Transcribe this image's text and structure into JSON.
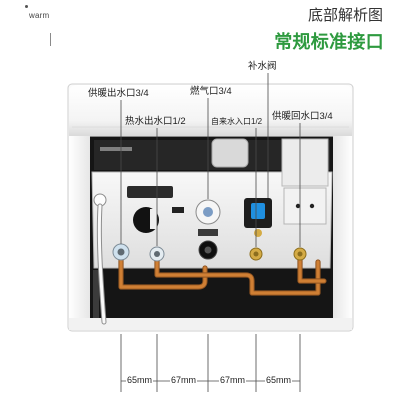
{
  "brand": {
    "name": "warm"
  },
  "header": {
    "title": "底部解析图",
    "subtitle": "常规标准接口"
  },
  "callouts": {
    "heating_outlet": "供暖出水口3/4",
    "hot_water_outlet": "热水出水口1/2",
    "gas_inlet": "燃气口3/4",
    "refill_valve": "补水阀",
    "cold_water_inlet": "自来水入口1/2",
    "heating_return": "供暖回水口3/4"
  },
  "dimensions": [
    "65mm",
    "67mm",
    "67mm",
    "65mm"
  ],
  "colors": {
    "accent": "#2e9a3f",
    "copper_pipe": "#cf7f34",
    "valve_blue": "#1f8fe0",
    "brass_fitting": "#d4ab45"
  }
}
